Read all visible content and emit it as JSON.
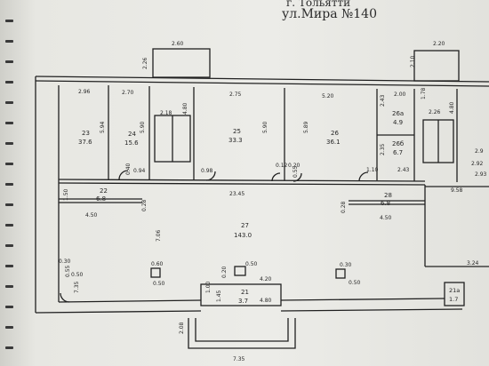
{
  "header": {
    "city": "г. Тольятти",
    "street": "ул.Мира №140"
  },
  "colors": {
    "paper": "#ebebe6",
    "ink": "#2c2c2c",
    "wall": "#202020"
  },
  "rooms": [
    {
      "id": "23",
      "area": "37.6"
    },
    {
      "id": "24",
      "area": "15.6"
    },
    {
      "id": "25",
      "area": "33.3"
    },
    {
      "id": "26",
      "area": "36.1"
    },
    {
      "id": "26a",
      "area": "4.9"
    },
    {
      "id": "26б",
      "area": "6.7"
    },
    {
      "id": "22",
      "area": "6.8"
    },
    {
      "id": "28",
      "area": "6.8"
    },
    {
      "id": "27",
      "area": "143.0"
    },
    {
      "id": "21",
      "area": "3.7"
    },
    {
      "id": "21a",
      "area": "1.7"
    }
  ],
  "dimensions": {
    "d_2_60": "2.60",
    "d_2_20": "2.20",
    "d_2_26": "2.26",
    "d_2_10": "2.10",
    "d_2_96": "2.96",
    "d_2_70": "2.70",
    "d_2_75": "2.75",
    "d_5_20": "5.20",
    "d_2_00": "2.00",
    "d_1_78": "1.78",
    "d_2_18": "2.18",
    "d_4_80a": "4.80",
    "d_5_94": "5.94",
    "d_5_90a": "5.90",
    "d_5_90b": "5.90",
    "d_5_89": "5.89",
    "d_2_43a": "2.43",
    "d_2_35": "2.35",
    "d_2_26b": "2.26",
    "d_4_80b": "4.80",
    "d_2_92": "2.92",
    "d_0_40": "0.40",
    "d_0_94": "0.94",
    "d_0_98": "0.98",
    "d_0_12": "0.12",
    "d_0_20": "0.20",
    "d_0_55a": "0.55",
    "d_1_10": "1.10",
    "d_2_43b": "2.43",
    "d_2_93": "2.93",
    "d_1_50": "1.50",
    "d_23_45": "23.45",
    "d_9_58": "9.58",
    "d_4_50a": "4.50",
    "d_0_28a": "0.28",
    "d_0_28b": "0.28",
    "d_4_50b": "4.50",
    "d_7_06": "7.06",
    "d_0_30a": "0.30",
    "d_0_55b": "0.55",
    "d_0_50a": "0.50",
    "d_0_60": "0.60",
    "d_0_30b": "0.30",
    "d_0_50b": "0.50",
    "d_0_50c": "0.50",
    "d_0_50d": "0.50",
    "d_3_24": "3.24",
    "d_7_35a": "7.35",
    "d_1_00": "1.00",
    "d_1_45": "1.45",
    "d_4_20": "4.20",
    "d_4_80c": "4.80",
    "d_2_08": "2.08",
    "d_7_35b": "7.35",
    "d_0_20b": "0.20",
    "d_2_9": "2.9"
  }
}
